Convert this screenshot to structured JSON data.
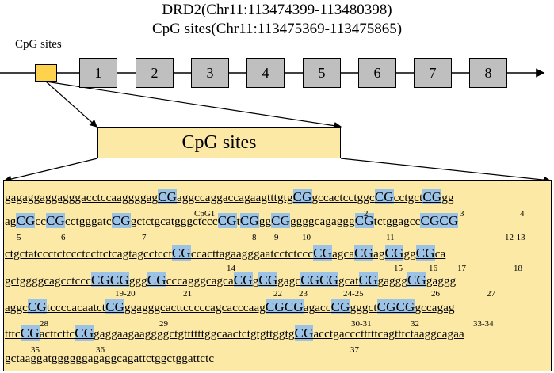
{
  "titles": {
    "gene": "DRD2(Chr11:113474399-113480398)",
    "cpg": "CpG sites(Chr11:113475369-113475865)"
  },
  "cpg_label": "CpG sites",
  "exons": [
    "1",
    "2",
    "3",
    "4",
    "5",
    "6",
    "7",
    "8"
  ],
  "mid_box_label": "CpG sites",
  "sequence_lines": [
    [
      {
        "t": "gagaggaggagggacctccaagggga"
      },
      {
        "t": "g"
      },
      {
        "t": "CG",
        "cg": true
      },
      {
        "t": "aggccaggaccagaagtttgtg"
      },
      {
        "t": "CG",
        "cg": true
      },
      {
        "t": "gccactcctggc"
      },
      {
        "t": "CG",
        "cg": true
      },
      {
        "t": "cctgct"
      },
      {
        "t": "CG",
        "cg": true
      },
      {
        "t": "gg"
      }
    ],
    [
      {
        "t": "ag"
      },
      {
        "t": "CG",
        "cg": true
      },
      {
        "t": "cc"
      },
      {
        "t": "CG",
        "cg": true
      },
      {
        "t": "cctgggatc"
      },
      {
        "t": "CG",
        "cg": true
      },
      {
        "t": "gctctgcatgggctccc"
      },
      {
        "t": "CG",
        "cg": true
      },
      {
        "t": "t"
      },
      {
        "t": "CG",
        "cg": true
      },
      {
        "t": "gg"
      },
      {
        "t": "CG",
        "cg": true
      },
      {
        "t": "ggggcagaggg"
      },
      {
        "t": "CG",
        "cg": true
      },
      {
        "t": "tctggagcc"
      },
      {
        "t": "CGCG",
        "cg": true
      }
    ],
    [
      {
        "t": "ctgctatccctctccctccttctcagtagcctcct"
      },
      {
        "t": "CG",
        "cg": true
      },
      {
        "t": "ccacttagaagggaatcctctccc"
      },
      {
        "t": "CG",
        "cg": true
      },
      {
        "t": "agca"
      },
      {
        "t": "CG",
        "cg": true
      },
      {
        "t": "ag"
      },
      {
        "t": "CG",
        "cg": true
      },
      {
        "t": "gg"
      },
      {
        "t": "CG",
        "cg": true
      },
      {
        "t": "ca"
      }
    ],
    [
      {
        "t": "gctggggcagcctccc"
      },
      {
        "t": "CGCG",
        "cg": true
      },
      {
        "t": "ggg"
      },
      {
        "t": "CG",
        "cg": true
      },
      {
        "t": "cccagggcagca"
      },
      {
        "t": "CG",
        "cg": true
      },
      {
        "t": "g"
      },
      {
        "t": "CG",
        "cg": true
      },
      {
        "t": "gagc"
      },
      {
        "t": "CGCG",
        "cg": true
      },
      {
        "t": "gcat"
      },
      {
        "t": "CG",
        "cg": true
      },
      {
        "t": "gaggg"
      },
      {
        "t": "CG",
        "cg": true
      },
      {
        "t": "gaggg"
      }
    ],
    [
      {
        "t": "aggc"
      },
      {
        "t": "CG",
        "cg": true
      },
      {
        "t": "tccccacaatct"
      },
      {
        "t": "CG",
        "cg": true
      },
      {
        "t": "ggagggcacttcccccagcacccaag"
      },
      {
        "t": "CGCG",
        "cg": true
      },
      {
        "t": "agacc"
      },
      {
        "t": "CG",
        "cg": true
      },
      {
        "t": "gggct"
      },
      {
        "t": "CGCG",
        "cg": true
      },
      {
        "t": "gccagag"
      }
    ],
    [
      {
        "t": "tttc"
      },
      {
        "t": "CG",
        "cg": true
      },
      {
        "t": "acttcttc"
      },
      {
        "t": "CG",
        "cg": true
      },
      {
        "t": "gaggaagaaggggctgttttttggcaactctgtgttggtg"
      },
      {
        "t": "CG",
        "cg": true
      },
      {
        "t": "acctgaccctttttcagtttctaaggcagaa"
      }
    ],
    [
      {
        "t": "gctaaggatggggggagaggcagattctggctggattctc"
      }
    ]
  ],
  "site_numbers": [
    "CpG1",
    "2",
    "3",
    "4",
    "5",
    "6",
    "7",
    "8",
    "9",
    "10",
    "11",
    "12-13",
    "14",
    "15",
    "16",
    "17",
    "18",
    "19-20",
    "21",
    "22",
    "23",
    "24-25",
    "26",
    "27",
    "28",
    "29",
    "30-31",
    "32",
    "33-34",
    "35",
    "36",
    "37"
  ],
  "colors": {
    "cpg_small": "#ffd24d",
    "box_fill": "#fce9a6",
    "cg_highlight": "#9cc3e6",
    "exon_fill": "#bfbfbf"
  }
}
